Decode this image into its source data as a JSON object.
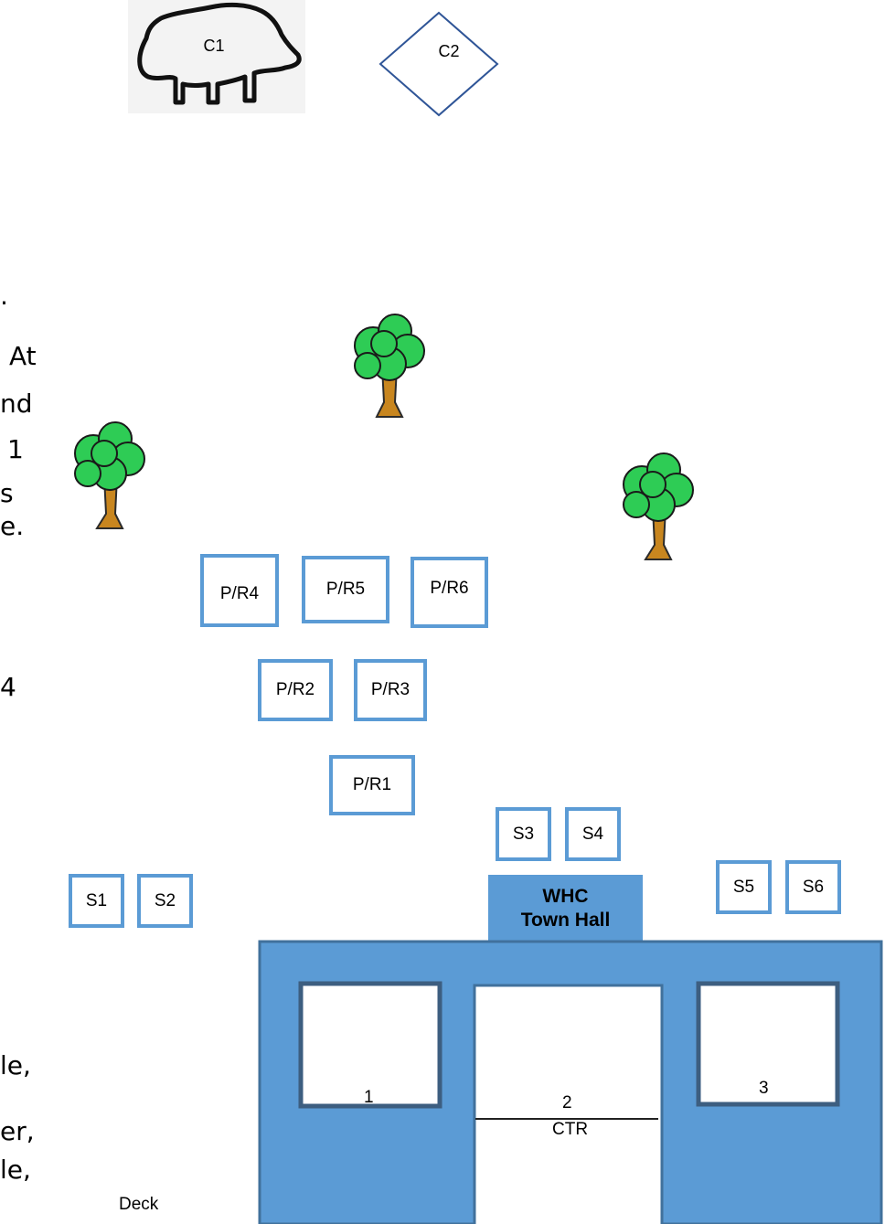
{
  "shapes": {
    "pig_label": "C1",
    "diamond_label": "C2"
  },
  "left_text_fragments": [
    ".",
    "At",
    "nd",
    "1",
    "s",
    "e.",
    "4",
    "le,",
    "er,",
    "le,"
  ],
  "deck_label": "Deck",
  "plots": {
    "pr1": "P/R1",
    "pr2": "P/R2",
    "pr3": "P/R3",
    "pr4": "P/R4",
    "pr5": "P/R5",
    "pr6": "P/R6"
  },
  "spots": {
    "s1": "S1",
    "s2": "S2",
    "s3": "S3",
    "s4": "S4",
    "s5": "S5",
    "s6": "S6"
  },
  "town_hall": {
    "line1": "WHC",
    "line2": "Town Hall",
    "room1": "1",
    "room2": "2",
    "room2_sub": "CTR",
    "room3": "3"
  },
  "colors": {
    "building_fill": "#5b9bd5",
    "building_outline": "#41719c",
    "box_border": "#5b9bd5",
    "tree_foliage": "#2ecc55",
    "tree_trunk": "#c8861f"
  }
}
